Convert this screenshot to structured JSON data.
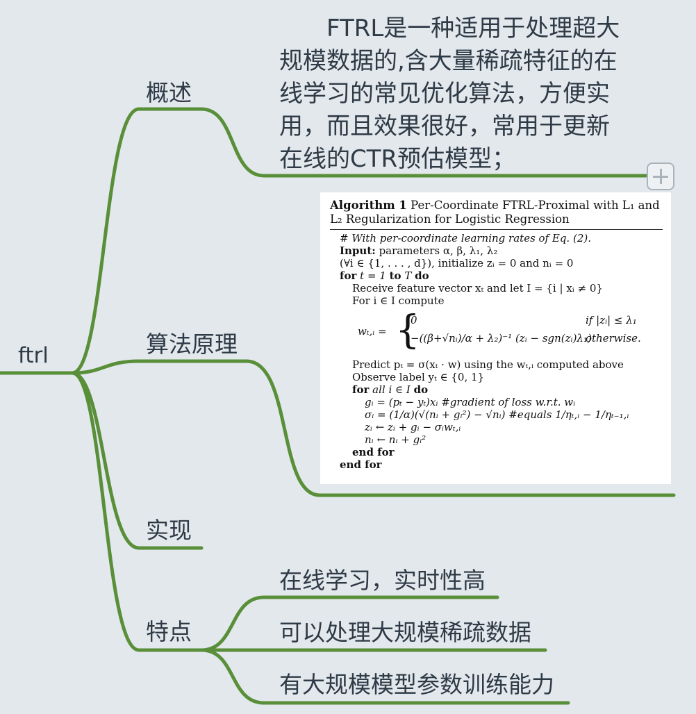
{
  "mindmap": {
    "root": "ftrl",
    "branches": [
      {
        "label": "概述"
      },
      {
        "label": "算法原理"
      },
      {
        "label": "实现"
      },
      {
        "label": "特点"
      }
    ],
    "summary_lines": [
      "FTRL是一种适用于处理超大",
      "规模数据的,含大量稀疏特征的在",
      "线学习的常见优化算法，方便实",
      "用，而且效果很好，常用于更新",
      "在线的CTR预估模型；"
    ],
    "features": [
      "在线学习，实时性高",
      "可以处理大规模稀疏数据",
      "有大规模模型参数训练能力"
    ],
    "expand_icon": "plus-icon",
    "line_color": "#5a8f3a",
    "text_color": "#2e3a46",
    "background": "#e3e8ec"
  },
  "algorithm": {
    "title_bold": "Algorithm 1",
    "title_line1": " Per-Coordinate FTRL-Proximal with L₁ and",
    "title_line2": "L₂ Regularization for Logistic Regression",
    "lines": [
      "# With per-coordinate learning rates of Eq. (2).",
      "parameters α, β, λ₁, λ₂",
      "(∀i ∈ {1, . . . , d}), initialize zᵢ = 0 and nᵢ = 0",
      "t = 1",
      "T",
      "Receive feature vector xₜ and let I = {i | xᵢ ≠ 0}",
      "For i ∈ I compute"
    ],
    "kw_input": "Input:",
    "kw_for": "for",
    "kw_to": "to",
    "kw_do": "do",
    "kw_endfor": "end for",
    "formula": {
      "lhs": "wₜ,ᵢ =",
      "case1": "0",
      "case2": "−((β+√nᵢ)/α + λ₂)⁻¹ (zᵢ − sgn(zᵢ)λ₁)",
      "cond1": "if |zᵢ| ≤ λ₁",
      "cond2": "otherwise."
    },
    "after": [
      "Predict pₜ = σ(xₜ · w) using the wₜ,ᵢ computed above",
      "Observe label yₜ ∈ {0, 1}",
      "all i ∈ I",
      "gᵢ = (pₜ − yₜ)xᵢ   #gradient of loss w.r.t. wᵢ",
      "σᵢ = (1/α)(√(nᵢ + gᵢ²) − √nᵢ)   #equals 1/ηₜ,ᵢ − 1/ηₜ₋₁,ᵢ",
      "zᵢ ← zᵢ + gᵢ − σᵢwₜ,ᵢ",
      "nᵢ ← nᵢ + gᵢ²"
    ]
  }
}
